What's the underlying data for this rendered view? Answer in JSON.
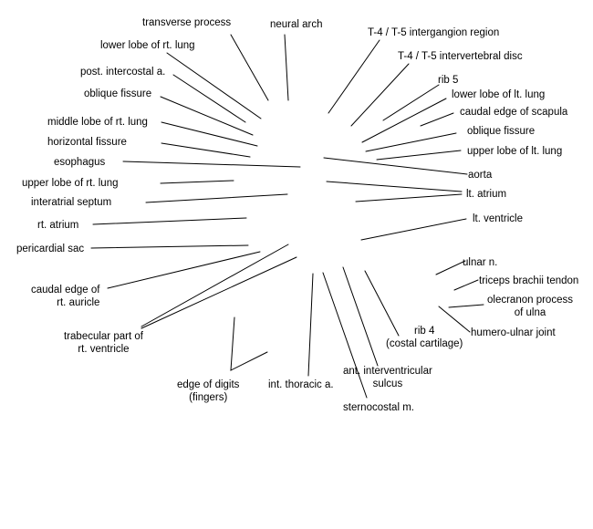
{
  "labels": {
    "transverse_process": "transverse process",
    "neural_arch": "neural arch",
    "t4_t5_interganglion": "T-4 / T-5 intergangion region",
    "t4_t5_disc": "T-4 / T-5 intervertebral disc",
    "lower_lobe_rt_lung": "lower lobe of rt. lung",
    "post_intercostal": "post. intercostal a.",
    "rib5": "rib 5",
    "lower_lobe_lt_lung": "lower lobe of lt. lung",
    "oblique_fissure_left": "oblique fissure",
    "caudal_edge_scapula": "caudal edge of scapula",
    "middle_lobe_rt_lung": "middle lobe of rt. lung",
    "oblique_fissure_right": "oblique fissure",
    "horizontal_fissure": "horizontal fissure",
    "upper_lobe_lt_lung": "upper lobe of lt. lung",
    "esophagus": "esophagus",
    "aorta": "aorta",
    "upper_lobe_rt_lung": "upper lobe of rt. lung",
    "lt_atrium": "lt. atrium",
    "interatrial_septum": "interatrial septum",
    "lt_ventricle": "lt. ventricle",
    "rt_atrium": "rt. atrium",
    "pericardial_sac": "pericardial sac",
    "ulnar_n": "ulnar n.",
    "triceps_tendon": "triceps brachii tendon",
    "caudal_edge_rt_auricle": "caudal edge of\nrt. auricle",
    "olecranon": "olecranon process\nof ulna",
    "humero_ulnar_joint": "humero-ulnar joint",
    "rib4": "rib 4\n(costal cartilage)",
    "trabecular_rt_ventricle": "trabecular part of\nrt. ventricle",
    "ant_interventricular": "ant. interventricular\nsulcus",
    "edge_of_digits": "edge of digits\n(fingers)",
    "int_thoracic": "int. thoracic a.",
    "sternocostal": "sternocostal m."
  }
}
